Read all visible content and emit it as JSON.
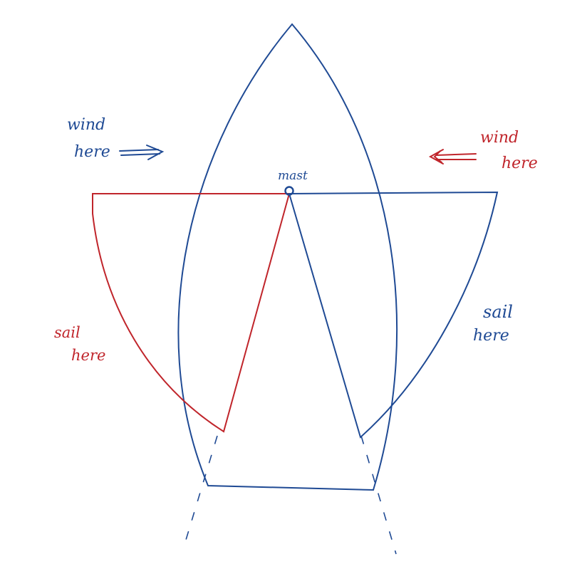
{
  "colors": {
    "blue": "#1f4a94",
    "red": "#c0252b",
    "background": "#ffffff"
  },
  "labels": {
    "wind_left_line1": "wind",
    "wind_left_line2": "here",
    "wind_right_line1": "wind",
    "wind_right_line2": "here",
    "mast": "mast",
    "sail_left_line1": "sail",
    "sail_left_line2": "here",
    "sail_right_line1": "sail",
    "sail_right_line2": "here"
  }
}
